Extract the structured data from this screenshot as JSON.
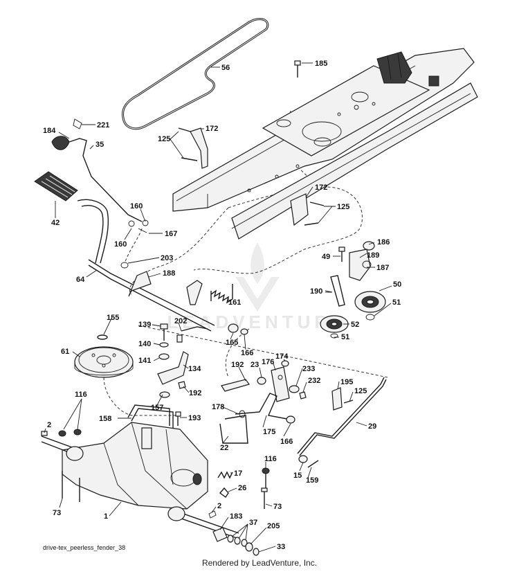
{
  "diagram": {
    "caption": "drive-tex_peerless_fender_38",
    "footer": "Rendered by LeadVenture, Inc.",
    "watermark": "LEADVENTURE",
    "callouts": [
      {
        "id": "56",
        "label": "56"
      },
      {
        "id": "185",
        "label": "185"
      },
      {
        "id": "184",
        "label": "184"
      },
      {
        "id": "221",
        "label": "221"
      },
      {
        "id": "35",
        "label": "35"
      },
      {
        "id": "172a",
        "label": "172"
      },
      {
        "id": "125a",
        "label": "125"
      },
      {
        "id": "42",
        "label": "42"
      },
      {
        "id": "160a",
        "label": "160"
      },
      {
        "id": "167",
        "label": "167"
      },
      {
        "id": "160b",
        "label": "160"
      },
      {
        "id": "172b",
        "label": "172"
      },
      {
        "id": "125b",
        "label": "125"
      },
      {
        "id": "186",
        "label": "186"
      },
      {
        "id": "49",
        "label": "49"
      },
      {
        "id": "189",
        "label": "189"
      },
      {
        "id": "187",
        "label": "187"
      },
      {
        "id": "203",
        "label": "203"
      },
      {
        "id": "64",
        "label": "64"
      },
      {
        "id": "188",
        "label": "188"
      },
      {
        "id": "161",
        "label": "161"
      },
      {
        "id": "190",
        "label": "190"
      },
      {
        "id": "50",
        "label": "50"
      },
      {
        "id": "51a",
        "label": "51"
      },
      {
        "id": "52",
        "label": "52"
      },
      {
        "id": "51b",
        "label": "51"
      },
      {
        "id": "155",
        "label": "155"
      },
      {
        "id": "139",
        "label": "139"
      },
      {
        "id": "202",
        "label": "202"
      },
      {
        "id": "165",
        "label": "165"
      },
      {
        "id": "166a",
        "label": "166"
      },
      {
        "id": "140",
        "label": "140"
      },
      {
        "id": "61",
        "label": "61"
      },
      {
        "id": "141",
        "label": "141"
      },
      {
        "id": "134",
        "label": "134"
      },
      {
        "id": "192a",
        "label": "192"
      },
      {
        "id": "23",
        "label": "23"
      },
      {
        "id": "176",
        "label": "176"
      },
      {
        "id": "174",
        "label": "174"
      },
      {
        "id": "233",
        "label": "233"
      },
      {
        "id": "232",
        "label": "232"
      },
      {
        "id": "195",
        "label": "195"
      },
      {
        "id": "125c",
        "label": "125"
      },
      {
        "id": "157",
        "label": "157"
      },
      {
        "id": "192b",
        "label": "192"
      },
      {
        "id": "116a",
        "label": "116"
      },
      {
        "id": "178",
        "label": "178"
      },
      {
        "id": "158",
        "label": "158"
      },
      {
        "id": "193",
        "label": "193"
      },
      {
        "id": "175",
        "label": "175"
      },
      {
        "id": "29",
        "label": "29"
      },
      {
        "id": "2a",
        "label": "2"
      },
      {
        "id": "22",
        "label": "22"
      },
      {
        "id": "166b",
        "label": "166"
      },
      {
        "id": "116b",
        "label": "116"
      },
      {
        "id": "17",
        "label": "17"
      },
      {
        "id": "15",
        "label": "15"
      },
      {
        "id": "159",
        "label": "159"
      },
      {
        "id": "26",
        "label": "26"
      },
      {
        "id": "73a",
        "label": "73"
      },
      {
        "id": "73b",
        "label": "73"
      },
      {
        "id": "2b",
        "label": "2"
      },
      {
        "id": "1",
        "label": "1"
      },
      {
        "id": "183",
        "label": "183"
      },
      {
        "id": "37",
        "label": "37"
      },
      {
        "id": "205",
        "label": "205"
      },
      {
        "id": "33",
        "label": "33"
      }
    ]
  }
}
